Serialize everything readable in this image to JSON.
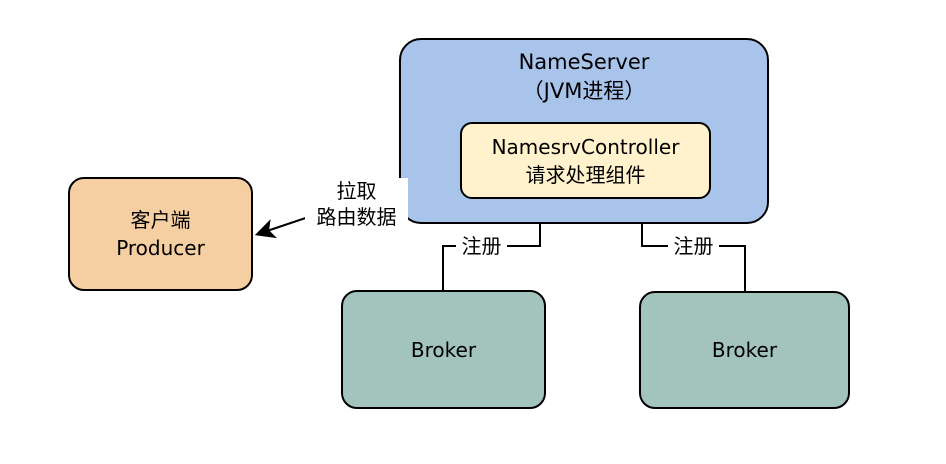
{
  "nameserver": {
    "title": "NameServer",
    "subtitle": "（JVM进程）"
  },
  "controller": {
    "title": "NamesrvController",
    "subtitle": "请求处理组件"
  },
  "client": {
    "line1": "客户端",
    "line2": "Producer"
  },
  "brokers": [
    {
      "label": "Broker"
    },
    {
      "label": "Broker"
    }
  ],
  "edges": {
    "pull_label_line1": "拉取",
    "pull_label_line2": "路由数据",
    "register_label_1": "注册",
    "register_label_2": "注册"
  },
  "colors": {
    "nameserver_fill": "#a9c4eb",
    "controller_fill": "#fff2cc",
    "client_fill": "#f5cfa2",
    "broker_fill": "#a3c4bc",
    "stroke": "#000000"
  }
}
